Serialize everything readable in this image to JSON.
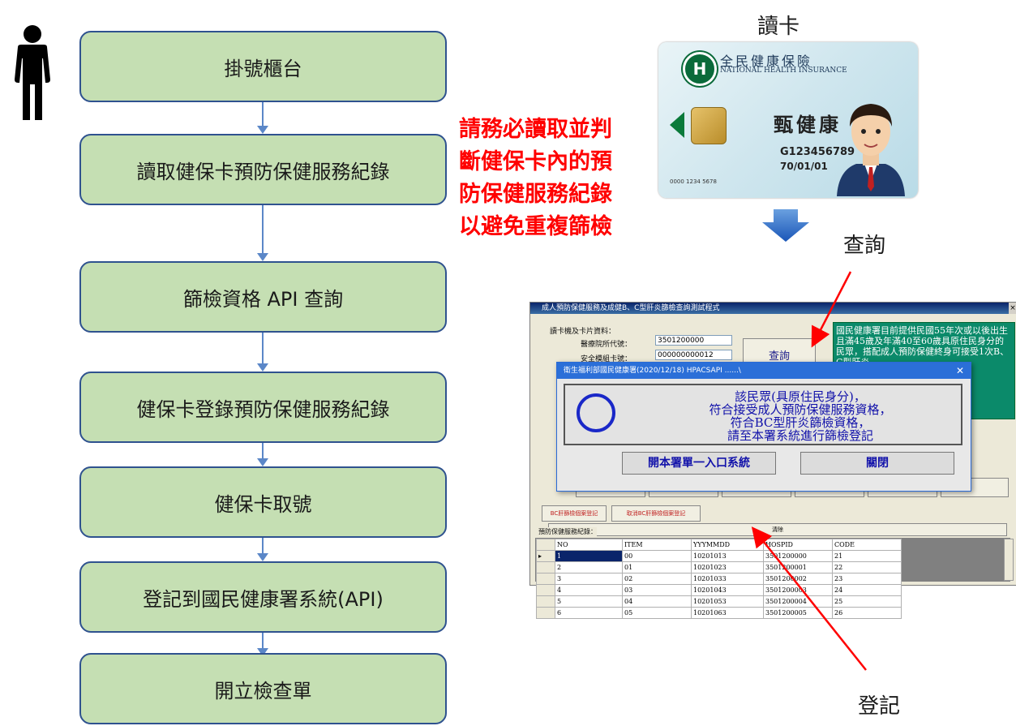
{
  "flow": {
    "steps": [
      "掛號櫃台",
      "讀取健保卡預防保健服務紀錄",
      "篩檢資格 API 查詢",
      "健保卡登錄預防保健服務紀錄",
      "健保卡取號",
      "登記到國民健康署系統(API)",
      "開立檢查單"
    ]
  },
  "warning_text": [
    "請務必讀取並判",
    "斷健保卡內的預",
    "防保健服務紀錄",
    "以避免重複篩檢"
  ],
  "labels": {
    "read_card": "讀卡",
    "query": "查詢",
    "register": "登記"
  },
  "card": {
    "title": "全民健康保險",
    "subtitle": "NATIONAL HEALTH INSURANCE",
    "name": "甄健康",
    "id": "G123456789",
    "dob": "70/01/01",
    "number": "0000 1234 5678"
  },
  "app": {
    "title": "成人預防保健服務及成健B、C型肝炎篩檢查詢測試程式",
    "section_label": "讀卡機及卡片資料：",
    "hospital_label": "醫療院所代號：",
    "hospital_value": "3501200000",
    "sam_label": "安全模組卡號：",
    "sam_value": "000000000012",
    "query_button": "查詢",
    "info_text": "國民健康署目前提供民國55年次或以後出生且滿45歲及年滿40至60歲具原住民身分的民眾，搭配成人預防保健終身可接受1次B、C型肝炎",
    "reg_btn": "BC肝篩檢個案登記",
    "cancel_btn": "取消BC肝篩檢個案登記",
    "clear_btn": "清除",
    "records_label": "預防保健服務紀錄：",
    "columns": [
      "NO",
      "ITEM",
      "YYYMMDD",
      "HOSPID",
      "CODE"
    ],
    "rows": [
      [
        "1",
        "00",
        "10201013",
        "3501200000",
        "21"
      ],
      [
        "2",
        "01",
        "10201023",
        "3501200001",
        "22"
      ],
      [
        "3",
        "02",
        "10201033",
        "3501200002",
        "23"
      ],
      [
        "4",
        "03",
        "10201043",
        "3501200003",
        "24"
      ],
      [
        "5",
        "04",
        "10201053",
        "3501200004",
        "25"
      ],
      [
        "6",
        "05",
        "10201063",
        "3501200005",
        "26"
      ]
    ]
  },
  "popup": {
    "title": "衛生福利部國民健康署(2020/12/18) HPACSAPI ......\\",
    "message": [
      "該民眾(具原住民身分)，",
      "符合接受成人預防保健服務資格，",
      "符合BC型肝炎篩檢資格，",
      "請至本署系統進行篩檢登記"
    ],
    "open_button": "開本署單一入口系統",
    "close_button": "關閉"
  }
}
